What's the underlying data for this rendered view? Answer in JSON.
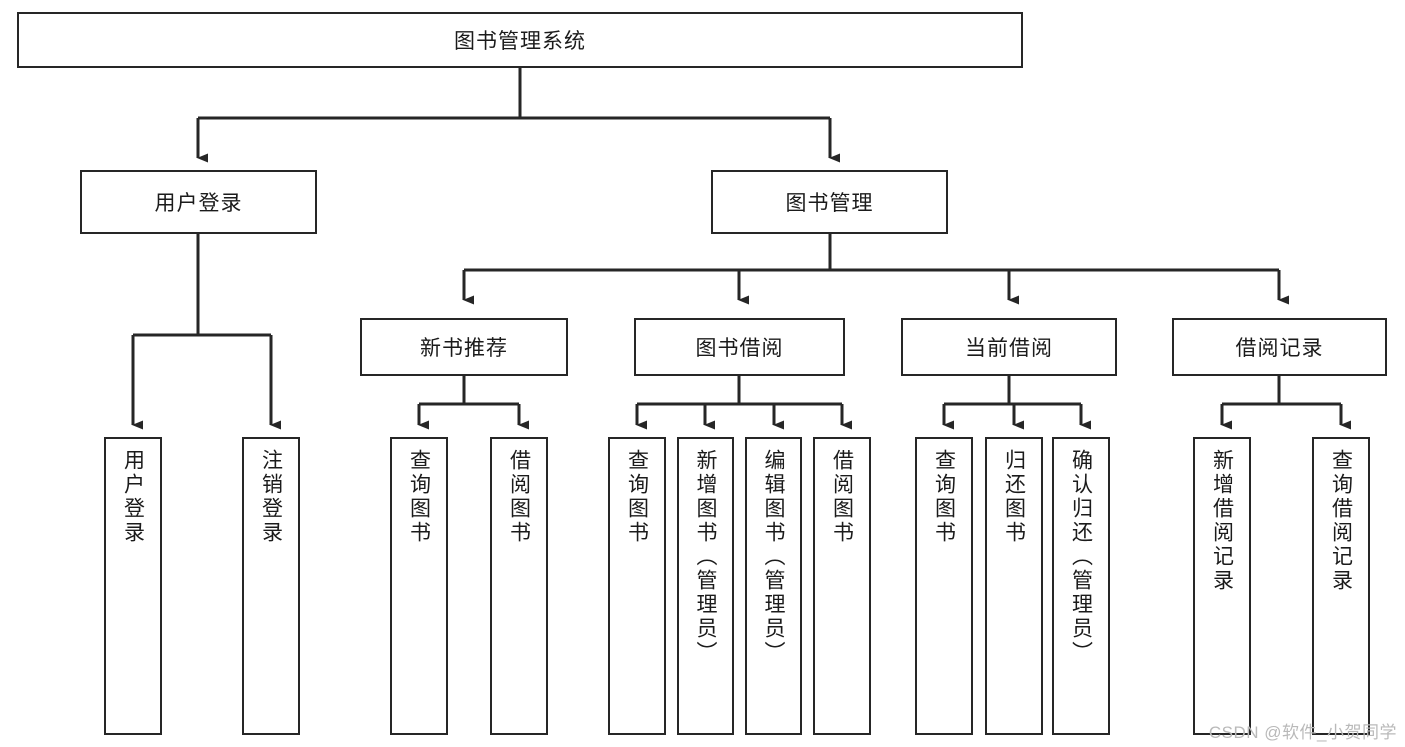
{
  "diagram": {
    "type": "tree-hierarchy-chart",
    "title": "图书管理系统",
    "watermark": "CSDN @软件_小贺同学",
    "colors": {
      "box_border": "#262626",
      "box_fill": "#ffffff",
      "connector": "#262626",
      "text": "#1b1b1b",
      "watermark": "#b9b9b9"
    },
    "nodes": {
      "root": {
        "label": "图书管理系统",
        "orientation": "horizontal"
      },
      "level2": [
        {
          "id": "user-login",
          "label": "用户登录",
          "orientation": "horizontal"
        },
        {
          "id": "book-manage",
          "label": "图书管理",
          "orientation": "horizontal"
        }
      ],
      "level3": [
        {
          "id": "new-book-recommend",
          "label": "新书推荐",
          "orientation": "horizontal"
        },
        {
          "id": "book-borrow",
          "label": "图书借阅",
          "orientation": "horizontal"
        },
        {
          "id": "current-borrow",
          "label": "当前借阅",
          "orientation": "horizontal"
        },
        {
          "id": "borrow-record",
          "label": "借阅记录",
          "orientation": "horizontal"
        }
      ],
      "leaves": {
        "user_login": [
          {
            "id": "leaf-user-login",
            "label": "用户登录",
            "orientation": "vertical"
          },
          {
            "id": "leaf-logout-login",
            "label": "注销登录",
            "orientation": "vertical"
          }
        ],
        "new_book_recommend": [
          {
            "id": "leaf-query-book-1",
            "label": "查询图书",
            "orientation": "vertical"
          },
          {
            "id": "leaf-borrow-book-1",
            "label": "借阅图书",
            "orientation": "vertical"
          }
        ],
        "book_borrow": [
          {
            "id": "leaf-query-book-2",
            "label": "查询图书",
            "orientation": "vertical"
          },
          {
            "id": "leaf-add-book-admin",
            "label": "新增图书（管理员）",
            "orientation": "vertical"
          },
          {
            "id": "leaf-edit-book-admin",
            "label": "编辑图书（管理员）",
            "orientation": "vertical"
          },
          {
            "id": "leaf-borrow-book-2",
            "label": "借阅图书",
            "orientation": "vertical"
          }
        ],
        "current_borrow": [
          {
            "id": "leaf-query-book-3",
            "label": "查询图书",
            "orientation": "vertical"
          },
          {
            "id": "leaf-return-book",
            "label": "归还图书",
            "orientation": "vertical"
          },
          {
            "id": "leaf-confirm-return-admin",
            "label": "确认归还（管理员）",
            "orientation": "vertical"
          }
        ],
        "borrow_record": [
          {
            "id": "leaf-add-borrow-record",
            "label": "新增借阅记录",
            "orientation": "vertical"
          },
          {
            "id": "leaf-query-borrow-record",
            "label": "查询借阅记录",
            "orientation": "vertical"
          }
        ]
      }
    }
  }
}
